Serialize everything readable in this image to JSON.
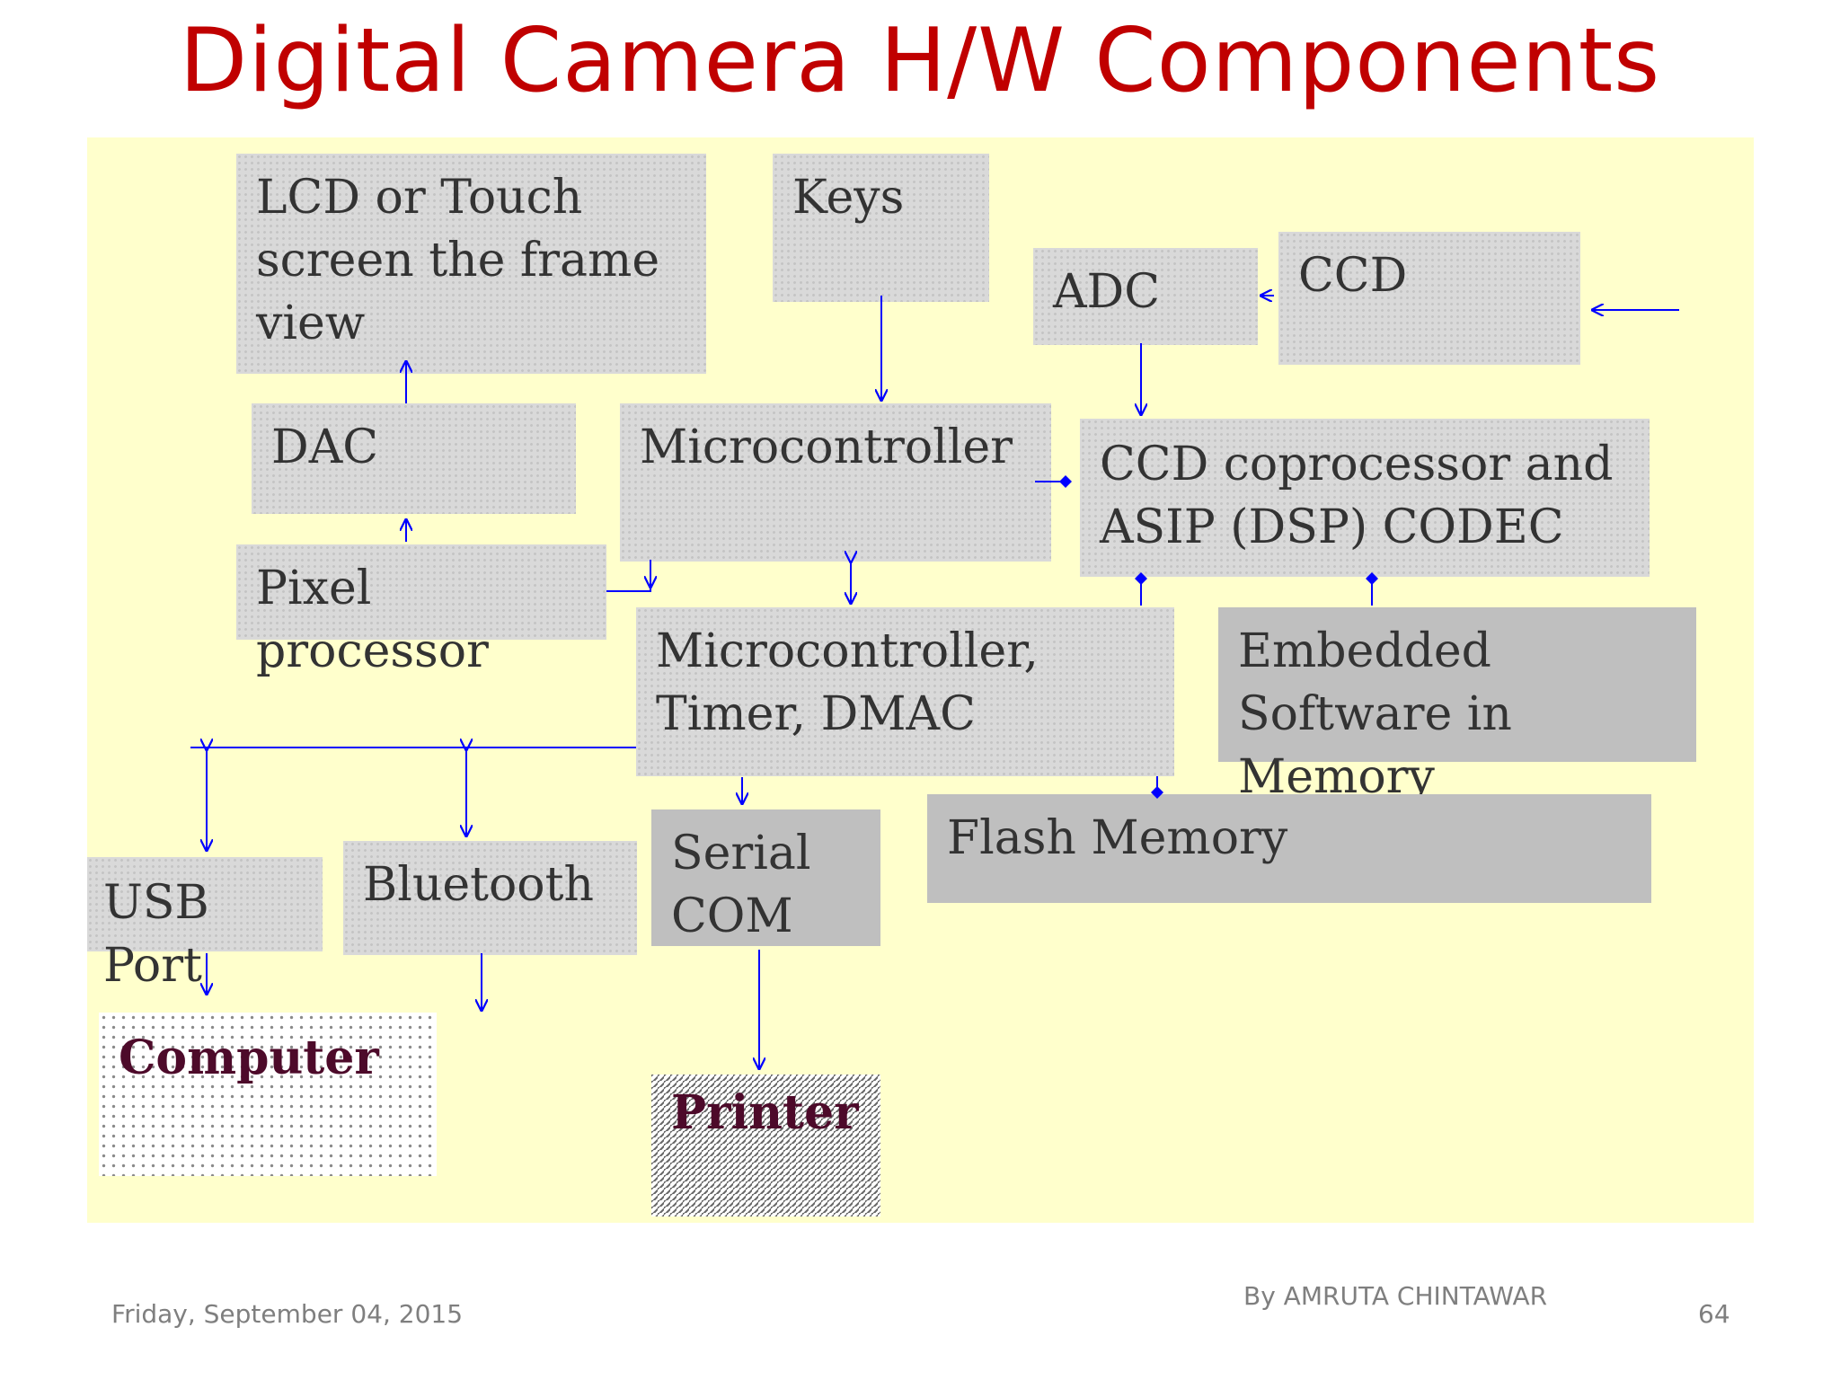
{
  "title": "Digital Camera H/W Components",
  "blocks": {
    "lcd": "LCD or Touch screen the frame view",
    "keys": "Keys",
    "adc": "ADC",
    "ccd": "CCD",
    "dac": "DAC",
    "microcontroller": "Microcontroller",
    "ccd_coprocessor": "CCD coprocessor and ASIP (DSP) CODEC",
    "pixel_processor": "Pixel processor",
    "mc_timer_dmac": "Microcontroller, Timer, DMAC",
    "embedded_software": "Embedded Software in Memory",
    "serial_com": "Serial COM",
    "flash_memory": "Flash Memory",
    "usb_port": "USB Port",
    "bluetooth": "Bluetooth",
    "computer": "Computer",
    "printer": "Printer"
  },
  "footer": {
    "date": "Friday, September 04, 2015",
    "author": "By AMRUTA CHINTAWAR",
    "page": "64"
  },
  "colors": {
    "title": "#c00000",
    "panel": "#ffffcc",
    "connector": "#0000ff",
    "box_light": "#d9d9d9",
    "box_dark": "#bfbfbf"
  }
}
